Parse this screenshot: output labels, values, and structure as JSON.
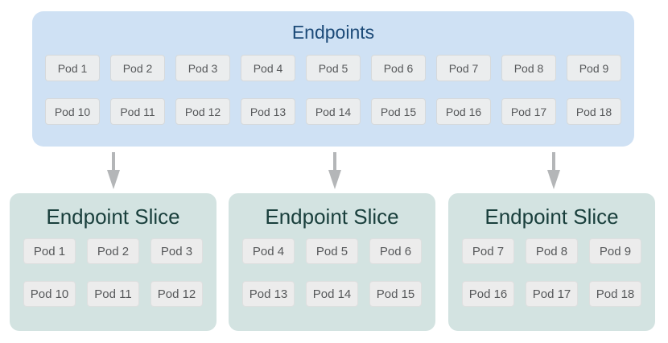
{
  "colors": {
    "endpoints_box_fill": "#cfe1f4",
    "endpoints_title": "#1c4a78",
    "slice_box_fill": "#d3e3e1",
    "slice_title": "#193f3c",
    "pod_fill": "#ebedee",
    "pod_border": "#d6d9db",
    "pod_text": "#56585a",
    "arrow": "#b4b6b8",
    "background": "#ffffff"
  },
  "endpoints_box": {
    "title": "Endpoints",
    "rows": [
      [
        "Pod 1",
        "Pod 2",
        "Pod 3",
        "Pod 4",
        "Pod 5",
        "Pod 6",
        "Pod 7",
        "Pod 8",
        "Pod 9"
      ],
      [
        "Pod 10",
        "Pod 11",
        "Pod 12",
        "Pod 13",
        "Pod 14",
        "Pod 15",
        "Pod 16",
        "Pod 17",
        "Pod 18"
      ]
    ]
  },
  "arrows": {
    "count": 3,
    "direction": "down"
  },
  "slices": [
    {
      "title": "Endpoint Slice",
      "rows": [
        [
          "Pod 1",
          "Pod 2",
          "Pod 3"
        ],
        [
          "Pod 10",
          "Pod 11",
          "Pod 12"
        ]
      ]
    },
    {
      "title": "Endpoint Slice",
      "rows": [
        [
          "Pod 4",
          "Pod 5",
          "Pod 6"
        ],
        [
          "Pod 13",
          "Pod 14",
          "Pod 15"
        ]
      ]
    },
    {
      "title": "Endpoint Slice",
      "rows": [
        [
          "Pod 7",
          "Pod 8",
          "Pod 9"
        ],
        [
          "Pod 16",
          "Pod 17",
          "Pod 18"
        ]
      ]
    }
  ]
}
